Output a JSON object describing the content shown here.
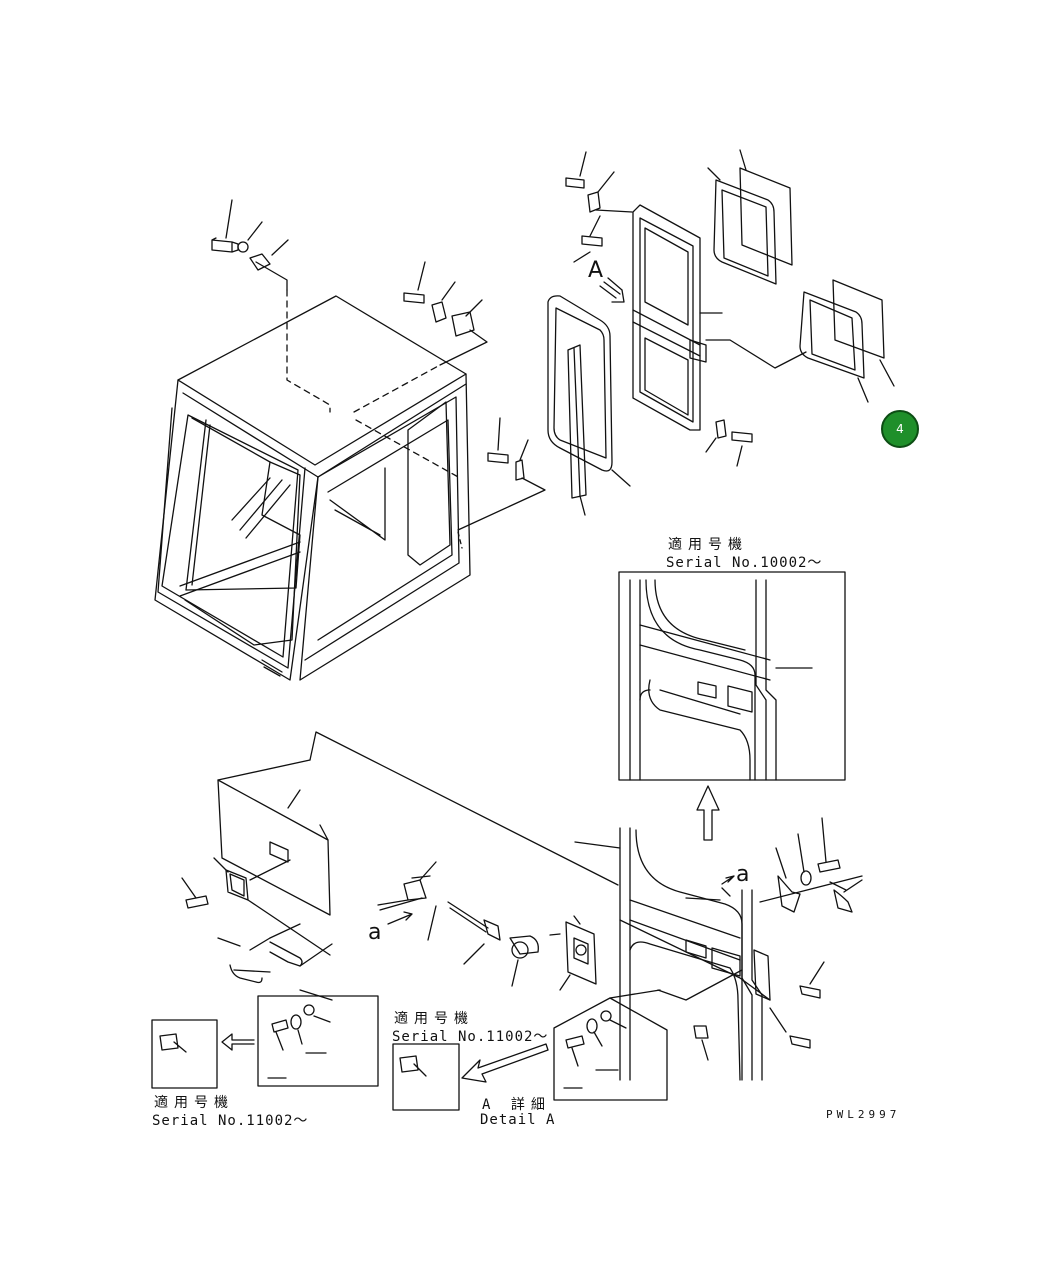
{
  "diagram": {
    "badge": {
      "label": "4",
      "color": "#1f8f2a"
    },
    "view_marker": "A",
    "detail_marker_left": "a",
    "detail_marker_right": "a",
    "note_top_right": {
      "jp": "適用号機",
      "serial": "Serial No.10002～"
    },
    "note_bottom_left": {
      "jp": "適用号機",
      "serial": "Serial No.11002～"
    },
    "note_bottom_center": {
      "jp": "適用号機",
      "serial": "Serial No.11002～"
    },
    "detail_caption": {
      "jp": "A 詳細",
      "en": "Detail A"
    },
    "drawing_code": "PWL2997"
  }
}
